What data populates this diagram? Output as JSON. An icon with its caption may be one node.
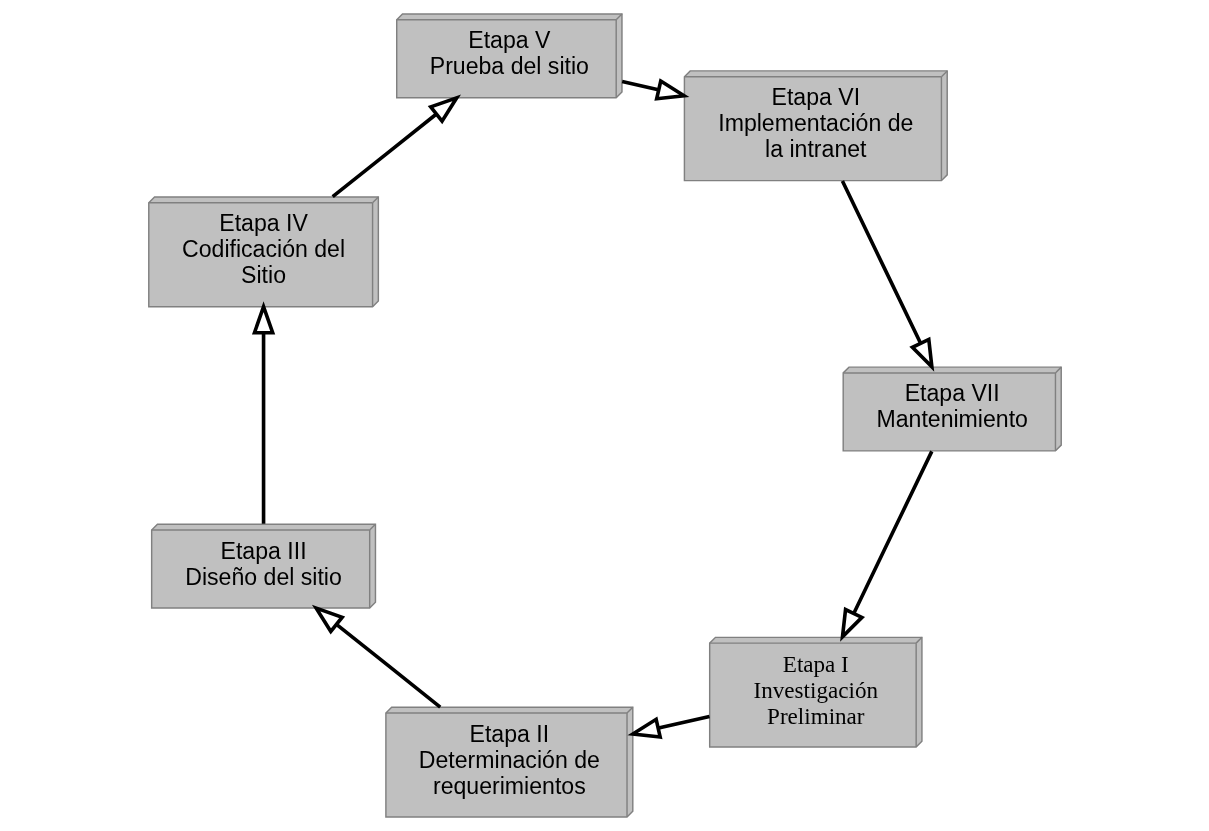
{
  "diagram": {
    "nodes": [
      {
        "text": [
          "Etapa I",
          "Investigación Preliminar"
        ]
      },
      {
        "text": [
          "Etapa II",
          "Determinación de requerimientos"
        ]
      },
      {
        "text": [
          "Etapa III",
          "Diseño del sitio"
        ]
      },
      {
        "text": [
          "Etapa IV",
          "Codificación del Sitio"
        ]
      },
      {
        "text": [
          "Etapa V",
          "Prueba del sitio"
        ]
      },
      {
        "text": [
          "Etapa VI",
          "Implementación de la intranet"
        ]
      },
      {
        "text": [
          "Etapa VII",
          "Mantenimiento"
        ]
      }
    ],
    "edges": [
      {
        "from": 0,
        "to": 1,
        "arrow": "to"
      },
      {
        "from": 1,
        "to": 2,
        "arrow": "to"
      },
      {
        "from": 2,
        "to": 3,
        "arrow": "to"
      },
      {
        "from": 3,
        "to": 4,
        "arrow": "to"
      },
      {
        "from": 4,
        "to": 5,
        "arrow": "to"
      },
      {
        "from": 5,
        "to": 6,
        "arrow": "to"
      },
      {
        "from": 6,
        "to": 0,
        "arrow": "to"
      }
    ]
  }
}
